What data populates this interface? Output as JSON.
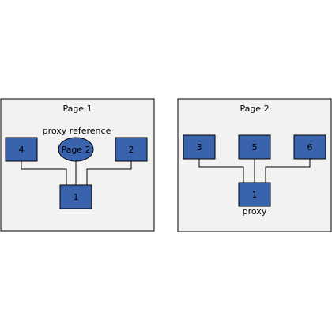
{
  "diagram": {
    "node_color": "#3a63ad",
    "panel_color": "#f2f2f2",
    "pages": [
      {
        "title": "Page 1",
        "annotation": "proxy reference",
        "nodes": [
          {
            "label": "4",
            "shape": "rectangle"
          },
          {
            "label": "Page 2",
            "shape": "ellipse"
          },
          {
            "label": "2",
            "shape": "rectangle"
          },
          {
            "label": "1",
            "shape": "rectangle"
          }
        ]
      },
      {
        "title": "Page 2",
        "annotation": "proxy",
        "nodes": [
          {
            "label": "3",
            "shape": "rectangle"
          },
          {
            "label": "5",
            "shape": "rectangle"
          },
          {
            "label": "6",
            "shape": "rectangle"
          },
          {
            "label": "1",
            "shape": "rectangle"
          }
        ]
      }
    ]
  }
}
